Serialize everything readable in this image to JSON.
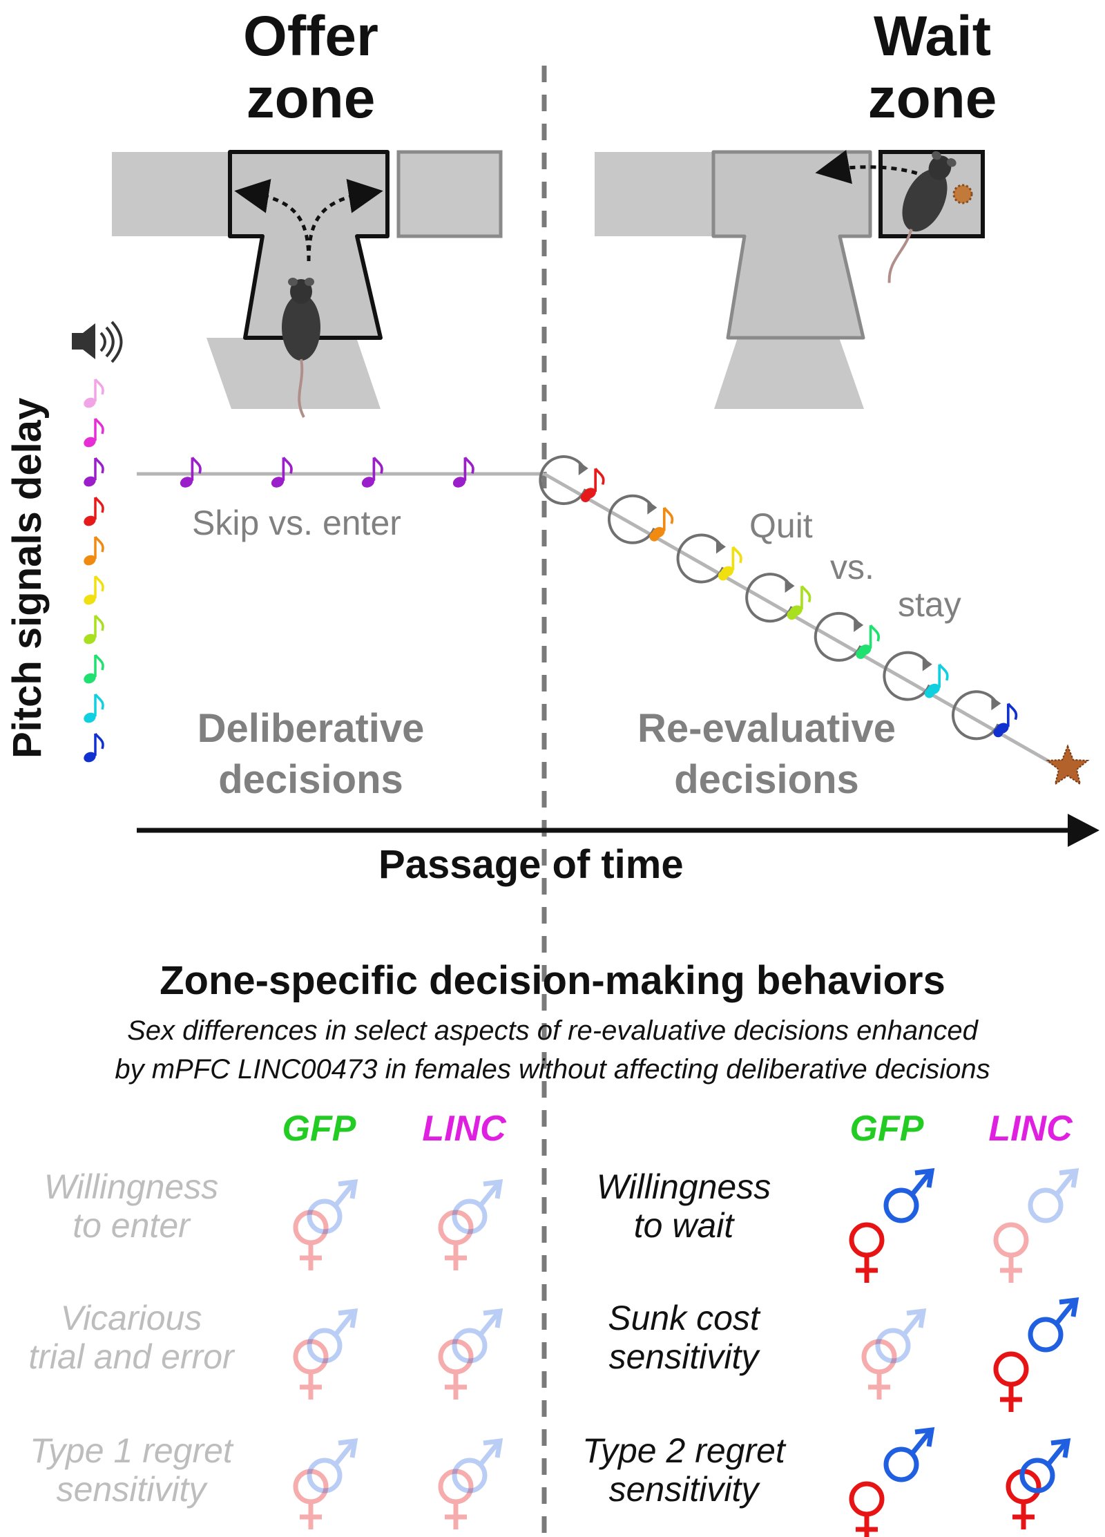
{
  "zones": {
    "offer": "Offer\nzone",
    "wait": "Wait\nzone"
  },
  "timeline": {
    "left_choice": "Skip vs. enter",
    "right_choice": [
      "Quit",
      "vs.",
      "stay"
    ],
    "left_decision": "Deliberative\ndecisions",
    "right_decision": "Re-evaluative\ndecisions",
    "x_axis": "Passage of time",
    "y_axis": "Pitch signals delay",
    "pitch_colors": [
      "#f2a5e6",
      "#e62ed6",
      "#9a1ec9",
      "#e61a1a",
      "#f08a10",
      "#f0e010",
      "#a8e020",
      "#20e070",
      "#10d0e0",
      "#1030d0"
    ],
    "icons": [
      "speaker-icon",
      "music-note-icon",
      "reward-star-icon",
      "mouse-icon"
    ]
  },
  "behaviors": {
    "title": "Zone-specific decision-making behaviors",
    "subtitle": "Sex differences in select aspects of re-evaluative decisions enhanced\nby mPFC LINC00473 in females without affecting deliberative decisions",
    "groups": [
      {
        "label": "GFP",
        "color": "#22cc22"
      },
      {
        "label": "LINC",
        "color": "#e020e0"
      }
    ],
    "offer_rows": [
      {
        "label": "Willingness\nto enter",
        "gfp": "overlap-faded",
        "linc": "overlap-faded"
      },
      {
        "label": "Vicarious\ntrial and error",
        "gfp": "overlap-faded",
        "linc": "overlap-faded"
      },
      {
        "label": "Type 1 regret\nsensitivity",
        "gfp": "overlap-faded",
        "linc": "overlap-faded"
      }
    ],
    "wait_rows": [
      {
        "label": "Willingness\nto wait",
        "gfp": "separated-bold",
        "linc": "separated-faded"
      },
      {
        "label": "Sunk cost\nsensitivity",
        "gfp": "overlap-faded",
        "linc": "separated-bold"
      },
      {
        "label": "Type 2 regret\nsensitivity",
        "gfp": "separated-bold",
        "linc": "overlap-bold"
      }
    ],
    "female_color": "#e61414",
    "male_color": "#1f5fe0"
  }
}
